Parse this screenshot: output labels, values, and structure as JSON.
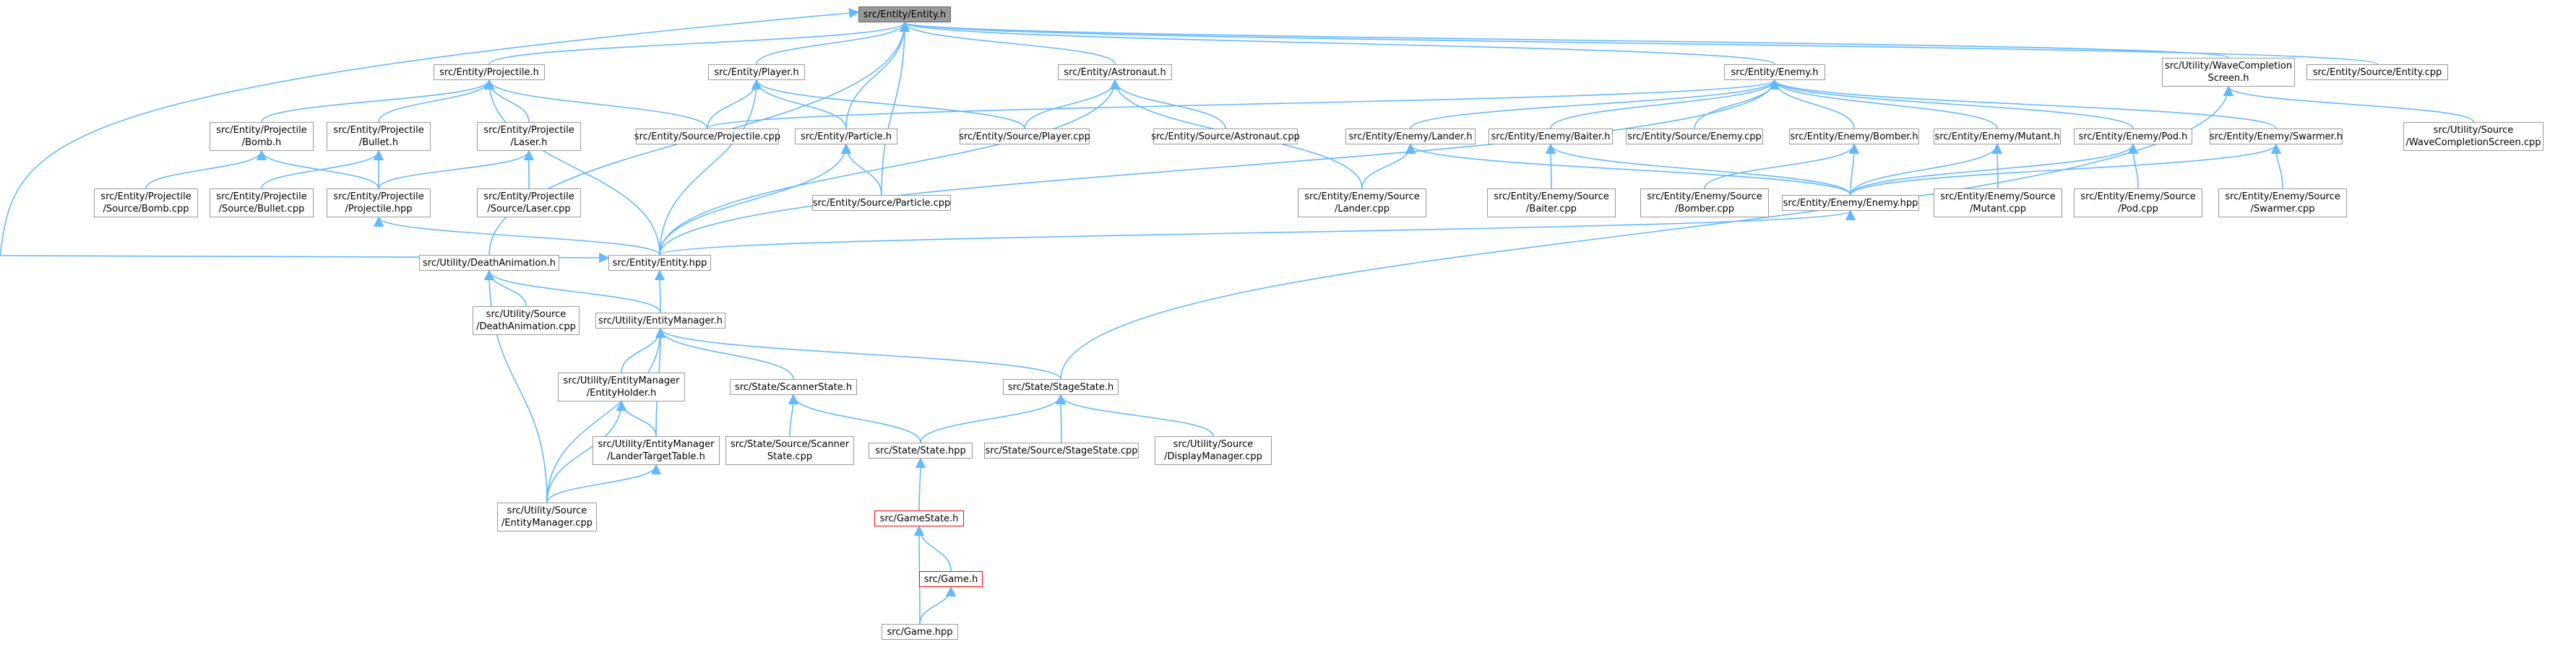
{
  "colors": {
    "edge": "#63b8ff",
    "border": "#999999",
    "root_fill": "#999999",
    "highlight_border": "#ff0000"
  },
  "nodes": {
    "entity_h": [
      "src/Entity/Entity.h"
    ],
    "projectile_h": [
      "src/Entity/Projectile.h"
    ],
    "player_h": [
      "src/Entity/Player.h"
    ],
    "astronaut_h": [
      "src/Entity/Astronaut.h"
    ],
    "enemy_h": [
      "src/Entity/Enemy.h"
    ],
    "wavecompletion_h": [
      "src/Utility/WaveCompletion",
      "Screen.h"
    ],
    "entity_cpp": [
      "src/Entity/Source/Entity.cpp"
    ],
    "bomb_h": [
      "src/Entity/Projectile",
      "/Bomb.h"
    ],
    "bullet_h": [
      "src/Entity/Projectile",
      "/Bullet.h"
    ],
    "laser_h": [
      "src/Entity/Projectile",
      "/Laser.h"
    ],
    "projectile_cpp": [
      "src/Entity/Source/Projectile.cpp"
    ],
    "particle_h": [
      "src/Entity/Particle.h"
    ],
    "player_cpp": [
      "src/Entity/Source/Player.cpp"
    ],
    "astronaut_cpp": [
      "src/Entity/Source/Astronaut.cpp"
    ],
    "lander_h": [
      "src/Entity/Enemy/Lander.h"
    ],
    "baiter_h": [
      "src/Entity/Enemy/Baiter.h"
    ],
    "enemy_cpp": [
      "src/Entity/Source/Enemy.cpp"
    ],
    "bomber_h": [
      "src/Entity/Enemy/Bomber.h"
    ],
    "mutant_h": [
      "src/Entity/Enemy/Mutant.h"
    ],
    "pod_h": [
      "src/Entity/Enemy/Pod.h"
    ],
    "swarmer_h": [
      "src/Entity/Enemy/Swarmer.h"
    ],
    "wavecompletion_cpp": [
      "src/Utility/Source",
      "/WaveCompletionScreen.cpp"
    ],
    "bomb_cpp": [
      "src/Entity/Projectile",
      "/Source/Bomb.cpp"
    ],
    "bullet_cpp": [
      "src/Entity/Projectile",
      "/Source/Bullet.cpp"
    ],
    "projectile_hpp": [
      "src/Entity/Projectile",
      "/Projectile.hpp"
    ],
    "laser_cpp": [
      "src/Entity/Projectile",
      "/Source/Laser.cpp"
    ],
    "particle_cpp": [
      "src/Entity/Source/Particle.cpp"
    ],
    "lander_cpp": [
      "src/Entity/Enemy/Source",
      "/Lander.cpp"
    ],
    "baiter_cpp": [
      "src/Entity/Enemy/Source",
      "/Baiter.cpp"
    ],
    "bomber_cpp": [
      "src/Entity/Enemy/Source",
      "/Bomber.cpp"
    ],
    "enemy_hpp": [
      "src/Entity/Enemy/Enemy.hpp"
    ],
    "mutant_cpp": [
      "src/Entity/Enemy/Source",
      "/Mutant.cpp"
    ],
    "pod_cpp": [
      "src/Entity/Enemy/Source",
      "/Pod.cpp"
    ],
    "swarmer_cpp": [
      "src/Entity/Enemy/Source",
      "/Swarmer.cpp"
    ],
    "deathanim_h": [
      "src/Utility/DeathAnimation.h"
    ],
    "entity_hpp": [
      "src/Entity/Entity.hpp"
    ],
    "deathanim_cpp": [
      "src/Utility/Source",
      "/DeathAnimation.cpp"
    ],
    "entitymanager_h": [
      "src/Utility/EntityManager.h"
    ],
    "entityholder_h": [
      "src/Utility/EntityManager",
      "/EntityHolder.h"
    ],
    "scannerstate_h": [
      "src/State/ScannerState.h"
    ],
    "stagestate_h": [
      "src/State/StageState.h"
    ],
    "landertarget_h": [
      "src/Utility/EntityManager",
      "/LanderTargetTable.h"
    ],
    "scannerstate_cpp": [
      "src/State/Source/Scanner",
      "State.cpp"
    ],
    "state_hpp": [
      "src/State/State.hpp"
    ],
    "stagestate_cpp": [
      "src/State/Source/StageState.cpp"
    ],
    "displaymanager_cpp": [
      "src/Utility/Source",
      "/DisplayManager.cpp"
    ],
    "entitymanager_cpp": [
      "src/Utility/Source",
      "/EntityManager.cpp"
    ],
    "gamestate_h": [
      "src/GameState.h"
    ],
    "game_h": [
      "src/Game.h"
    ],
    "game_hpp": [
      "src/Game.hpp"
    ]
  }
}
